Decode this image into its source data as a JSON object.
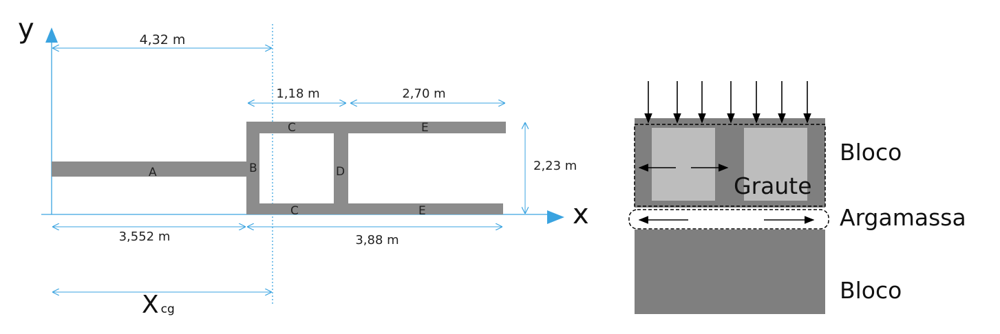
{
  "left_diagram": {
    "axis_y": "y",
    "axis_x": "x",
    "dims": {
      "d432": "4,32 m",
      "d118": "1,18 m",
      "d270": "2,70 m",
      "d223": "2,23 m",
      "d3552": "3,552 m",
      "d388": "3,88 m"
    },
    "xcg_main": "X",
    "xcg_sub": "cg",
    "segments": {
      "A": "A",
      "B": "B",
      "C_top": "C",
      "C_bottom": "C",
      "D": "D",
      "E_top": "E",
      "E_bottom": "E"
    }
  },
  "right_diagram": {
    "bloco_top": "Bloco",
    "graute": "Graute",
    "argamassa": "Argamassa",
    "bloco_bottom": "Bloco"
  },
  "colors": {
    "axis_blue": "#3aa3e0",
    "wall_gray": "#8c8c8c",
    "block_dark": "#7f7f7f",
    "grout_light": "#bdbdbd"
  }
}
